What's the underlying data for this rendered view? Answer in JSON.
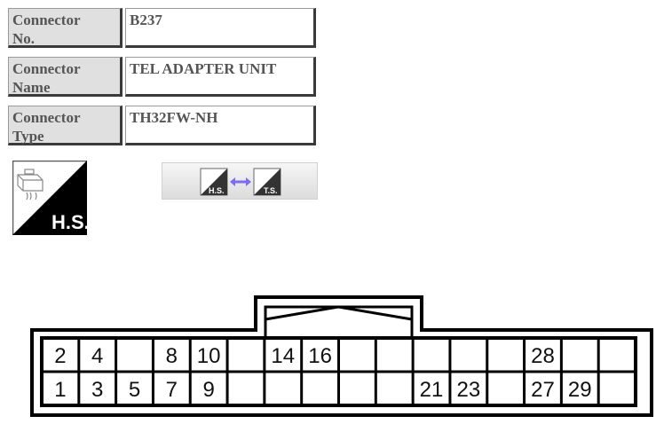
{
  "info": {
    "rows": [
      {
        "label": "Connector No.",
        "label_l1": "Connector",
        "label_l2": "No.",
        "value": "B237"
      },
      {
        "label": "Connector Name",
        "label_l1": "Connector",
        "label_l2": "Name",
        "value": "TEL ADAPTER UNIT"
      },
      {
        "label": "Connector Type",
        "label_l1": "Connector",
        "label_l2": "Type",
        "value": "TH32FW-NH"
      }
    ]
  },
  "view_icon": {
    "text": "H.S.",
    "meaning": "harness-side view"
  },
  "view_toggle": {
    "left_text": "H.S.",
    "right_text": "T.S.",
    "icon": "double-arrow-icon"
  },
  "connector": {
    "columns": 16,
    "top_row": [
      "2",
      "4",
      "",
      "8",
      "10",
      "",
      "14",
      "16",
      "",
      "",
      "",
      "",
      "",
      "28",
      "",
      ""
    ],
    "bottom_row": [
      "1",
      "3",
      "5",
      "7",
      "9",
      "",
      "",
      "",
      "",
      "",
      "21",
      "23",
      "",
      "27",
      "29",
      ""
    ]
  },
  "colors": {
    "label_bg": "#e0e0e0",
    "text": "#555555",
    "line": "#000000",
    "arrow": "#7b6cf0"
  }
}
